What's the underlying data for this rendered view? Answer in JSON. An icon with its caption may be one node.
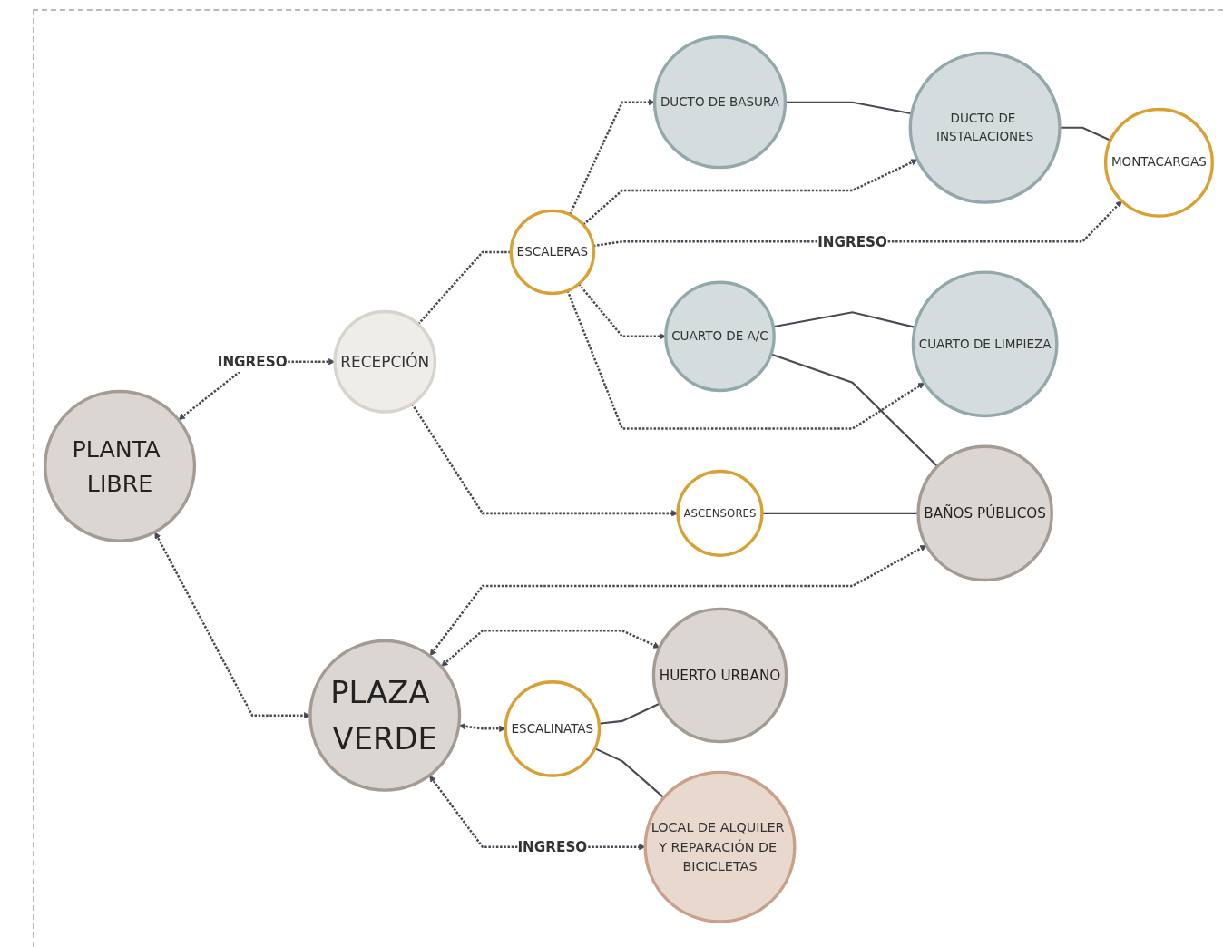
{
  "diagram": {
    "nodes": [
      {
        "text": [
          "PLANTA LIBRE"
        ]
      },
      {
        "text": [
          "RECEPCIÓN"
        ]
      },
      {
        "text": [
          "ESCALERAS"
        ]
      },
      {
        "text": [
          "DUCTO DE BASURA"
        ]
      },
      {
        "text": [
          "DUCTO DE INSTALACIONES"
        ]
      },
      {
        "text": [
          "MONTACARGAS"
        ]
      },
      {
        "text": [
          "CUARTO DE A/C"
        ]
      },
      {
        "text": [
          "CUARTO DE LIMPIEZA"
        ]
      },
      {
        "text": [
          "ASCENSORES"
        ]
      },
      {
        "text": [
          "BAÑOS PÚBLICOS"
        ]
      },
      {
        "text": [
          "PLAZA VERDE"
        ]
      },
      {
        "text": [
          "ESCALINATAS"
        ]
      },
      {
        "text": [
          "HUERTO URBANO"
        ]
      },
      {
        "text": [
          "LOCAL DE ALQUILER Y REPARACIÓN DE BICICLETAS"
        ]
      }
    ],
    "edges": [
      {
        "from": 0,
        "to": 1,
        "arrow": "both",
        "style": "dashed",
        "label": "INGRESO"
      },
      {
        "from": 1,
        "to": 2,
        "arrow": "none",
        "style": "dashed"
      },
      {
        "from": 2,
        "to": 3,
        "arrow": "to",
        "style": "dashed"
      },
      {
        "from": 2,
        "to": 4,
        "arrow": "to",
        "style": "dashed"
      },
      {
        "from": 2,
        "to": 5,
        "arrow": "to",
        "style": "dashed",
        "label": "INGRESO"
      },
      {
        "from": 2,
        "to": 6,
        "arrow": "to",
        "style": "dashed"
      },
      {
        "from": 2,
        "to": 7,
        "arrow": "to",
        "style": "dashed"
      },
      {
        "from": 1,
        "to": 8,
        "arrow": "to",
        "style": "dashed"
      },
      {
        "from": 3,
        "to": 4,
        "arrow": "none"
      },
      {
        "from": 4,
        "to": 5,
        "arrow": "none"
      },
      {
        "from": 6,
        "to": 7,
        "arrow": "none"
      },
      {
        "from": 6,
        "to": 9,
        "arrow": "none"
      },
      {
        "from": 8,
        "to": 9,
        "arrow": "none"
      },
      {
        "from": 0,
        "to": 10,
        "arrow": "both",
        "style": "dashed"
      },
      {
        "from": 10,
        "to": 9,
        "arrow": "both",
        "style": "dashed"
      },
      {
        "from": 10,
        "to": 12,
        "arrow": "both",
        "style": "dashed"
      },
      {
        "from": 10,
        "to": 11,
        "arrow": "both",
        "style": "dashed"
      },
      {
        "from": 11,
        "to": 12,
        "arrow": "none"
      },
      {
        "from": 11,
        "to": 13,
        "arrow": "none"
      },
      {
        "from": 10,
        "to": 13,
        "arrow": "both",
        "style": "dashed",
        "label": "INGRESO"
      }
    ]
  }
}
